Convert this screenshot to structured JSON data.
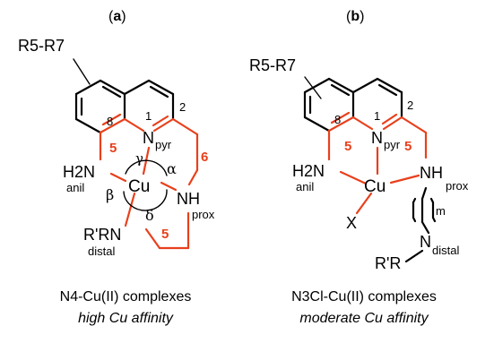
{
  "panel_a": {
    "tag_open": "(",
    "tag": "a",
    "tag_close": ")",
    "substituent": "R5-R7",
    "locant_8": "8",
    "locant_1": "1",
    "locant_2": "2",
    "ring_5": "5",
    "ring_6": "6",
    "ring_5b": "5",
    "n_pyr": "N",
    "n_pyr_sub": "pyr",
    "h2n": "H2N",
    "anil": "anil",
    "metal": "Cu",
    "nh": "NH",
    "prox": "prox",
    "rrn": "R'RN",
    "distal": "distal",
    "gamma": "γ",
    "alpha": "α",
    "beta": "β",
    "delta": "δ",
    "caption_line1": "N4-Cu(II) complexes",
    "caption_line2": "high Cu affinity"
  },
  "panel_b": {
    "tag_open": "(",
    "tag": "b",
    "tag_close": ")",
    "substituent": "R5-R7",
    "locant_8": "8",
    "locant_1": "1",
    "locant_2": "2",
    "ring_5a": "5",
    "ring_5b": "5",
    "n_pyr": "N",
    "n_pyr_sub": "pyr",
    "h2n": "H2N",
    "anil": "anil",
    "metal": "Cu",
    "nh": "NH",
    "prox": "prox",
    "m": "m",
    "x": "X",
    "n_distal": "N",
    "distal": "distal",
    "rr": "R'R",
    "caption_line1": "N3Cl-Cu(II) complexes",
    "caption_line2": "moderate Cu affinity"
  },
  "colors": {
    "accent": "#e8401c",
    "ink": "#000000"
  }
}
